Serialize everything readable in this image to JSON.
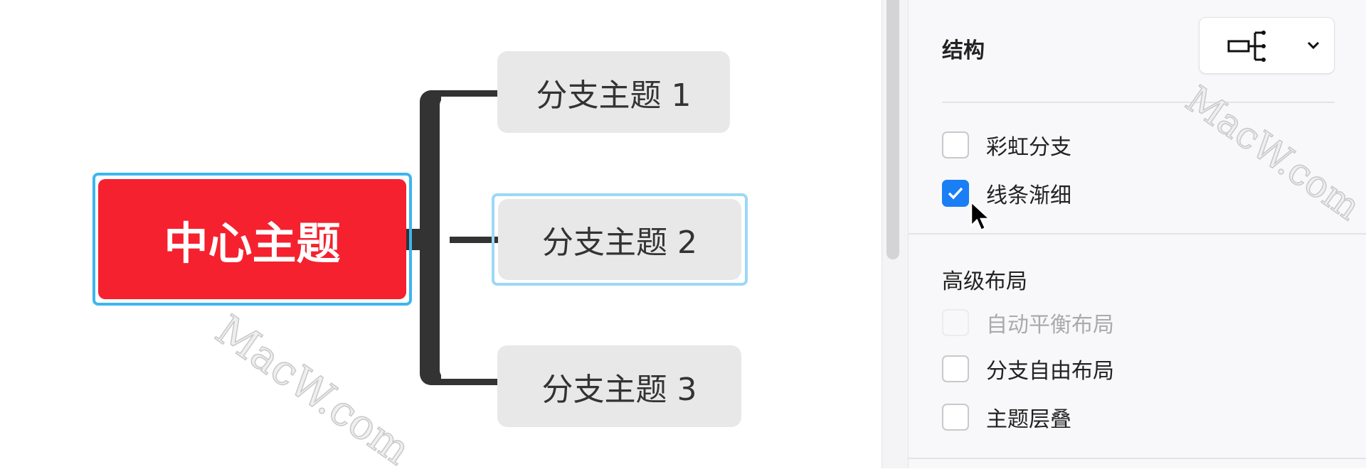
{
  "mindmap": {
    "central": "中心主题",
    "branches": [
      "分支主题 1",
      "分支主题 2",
      "分支主题 3"
    ],
    "selected_branch": "分支主题 2",
    "central_color": "#f5212f",
    "line_color": "#333333"
  },
  "panel": {
    "structure_label": "结构",
    "structure_value_icon": "logic-chart-right-icon",
    "options": [
      {
        "label": "彩虹分支",
        "checked": false,
        "enabled": true
      },
      {
        "label": "线条渐细",
        "checked": true,
        "enabled": true
      }
    ],
    "advanced_title": "高级布局",
    "advanced_options": [
      {
        "label": "自动平衡布局",
        "checked": false,
        "enabled": false
      },
      {
        "label": "分支自由布局",
        "checked": false,
        "enabled": true
      },
      {
        "label": "主题层叠",
        "checked": false,
        "enabled": true
      }
    ]
  },
  "watermark": "MacW.com",
  "accent": "#1a7ef5"
}
